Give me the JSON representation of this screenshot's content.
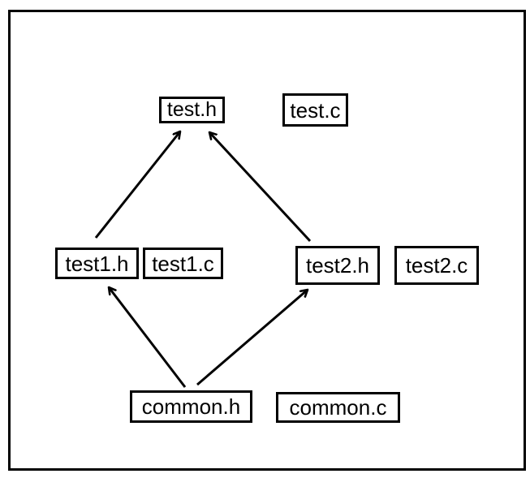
{
  "diagram": {
    "kind": "file-dependency-diagram",
    "colors": {
      "stroke": "#000000",
      "background": "#ffffff"
    },
    "nodes": [
      {
        "id": "test.h",
        "label": "test.h"
      },
      {
        "id": "test.c",
        "label": "test.c"
      },
      {
        "id": "test1.h",
        "label": "test1.h"
      },
      {
        "id": "test1.c",
        "label": "test1.c"
      },
      {
        "id": "test2.h",
        "label": "test2.h"
      },
      {
        "id": "test2.c",
        "label": "test2.c"
      },
      {
        "id": "common.h",
        "label": "common.h"
      },
      {
        "id": "common.c",
        "label": "common.c"
      }
    ],
    "edges": [
      {
        "from": "test1.h",
        "to": "test.h"
      },
      {
        "from": "test2.h",
        "to": "test.h"
      },
      {
        "from": "common.h",
        "to": "test1.h"
      },
      {
        "from": "common.h",
        "to": "test2.h"
      }
    ]
  }
}
